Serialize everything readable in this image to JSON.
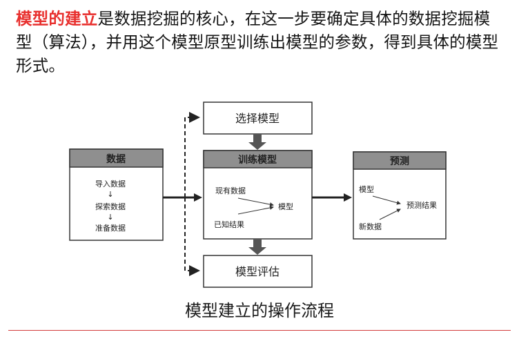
{
  "intro": {
    "highlight": "模型的建立",
    "rest": "是数据挖掘的核心，在这一步要确定具体的数据挖掘模型（算法），并用这个模型原型训练出模型的参数，得到具体的模型形式。"
  },
  "diagram": {
    "select_model": "选择模型",
    "evaluate_model": "模型评估",
    "data_box": {
      "header": "数据",
      "step1": "导入数据",
      "step2": "探索数据",
      "step3": "准备数据",
      "arrow": "↓"
    },
    "train_box": {
      "header": "训练模型",
      "input1": "现有数据",
      "input2": "已知结果",
      "output": "模型"
    },
    "predict_box": {
      "header": "预测",
      "input1": "模型",
      "input2": "新数据",
      "output": "预测结果"
    }
  },
  "caption": "模型建立的操作流程"
}
